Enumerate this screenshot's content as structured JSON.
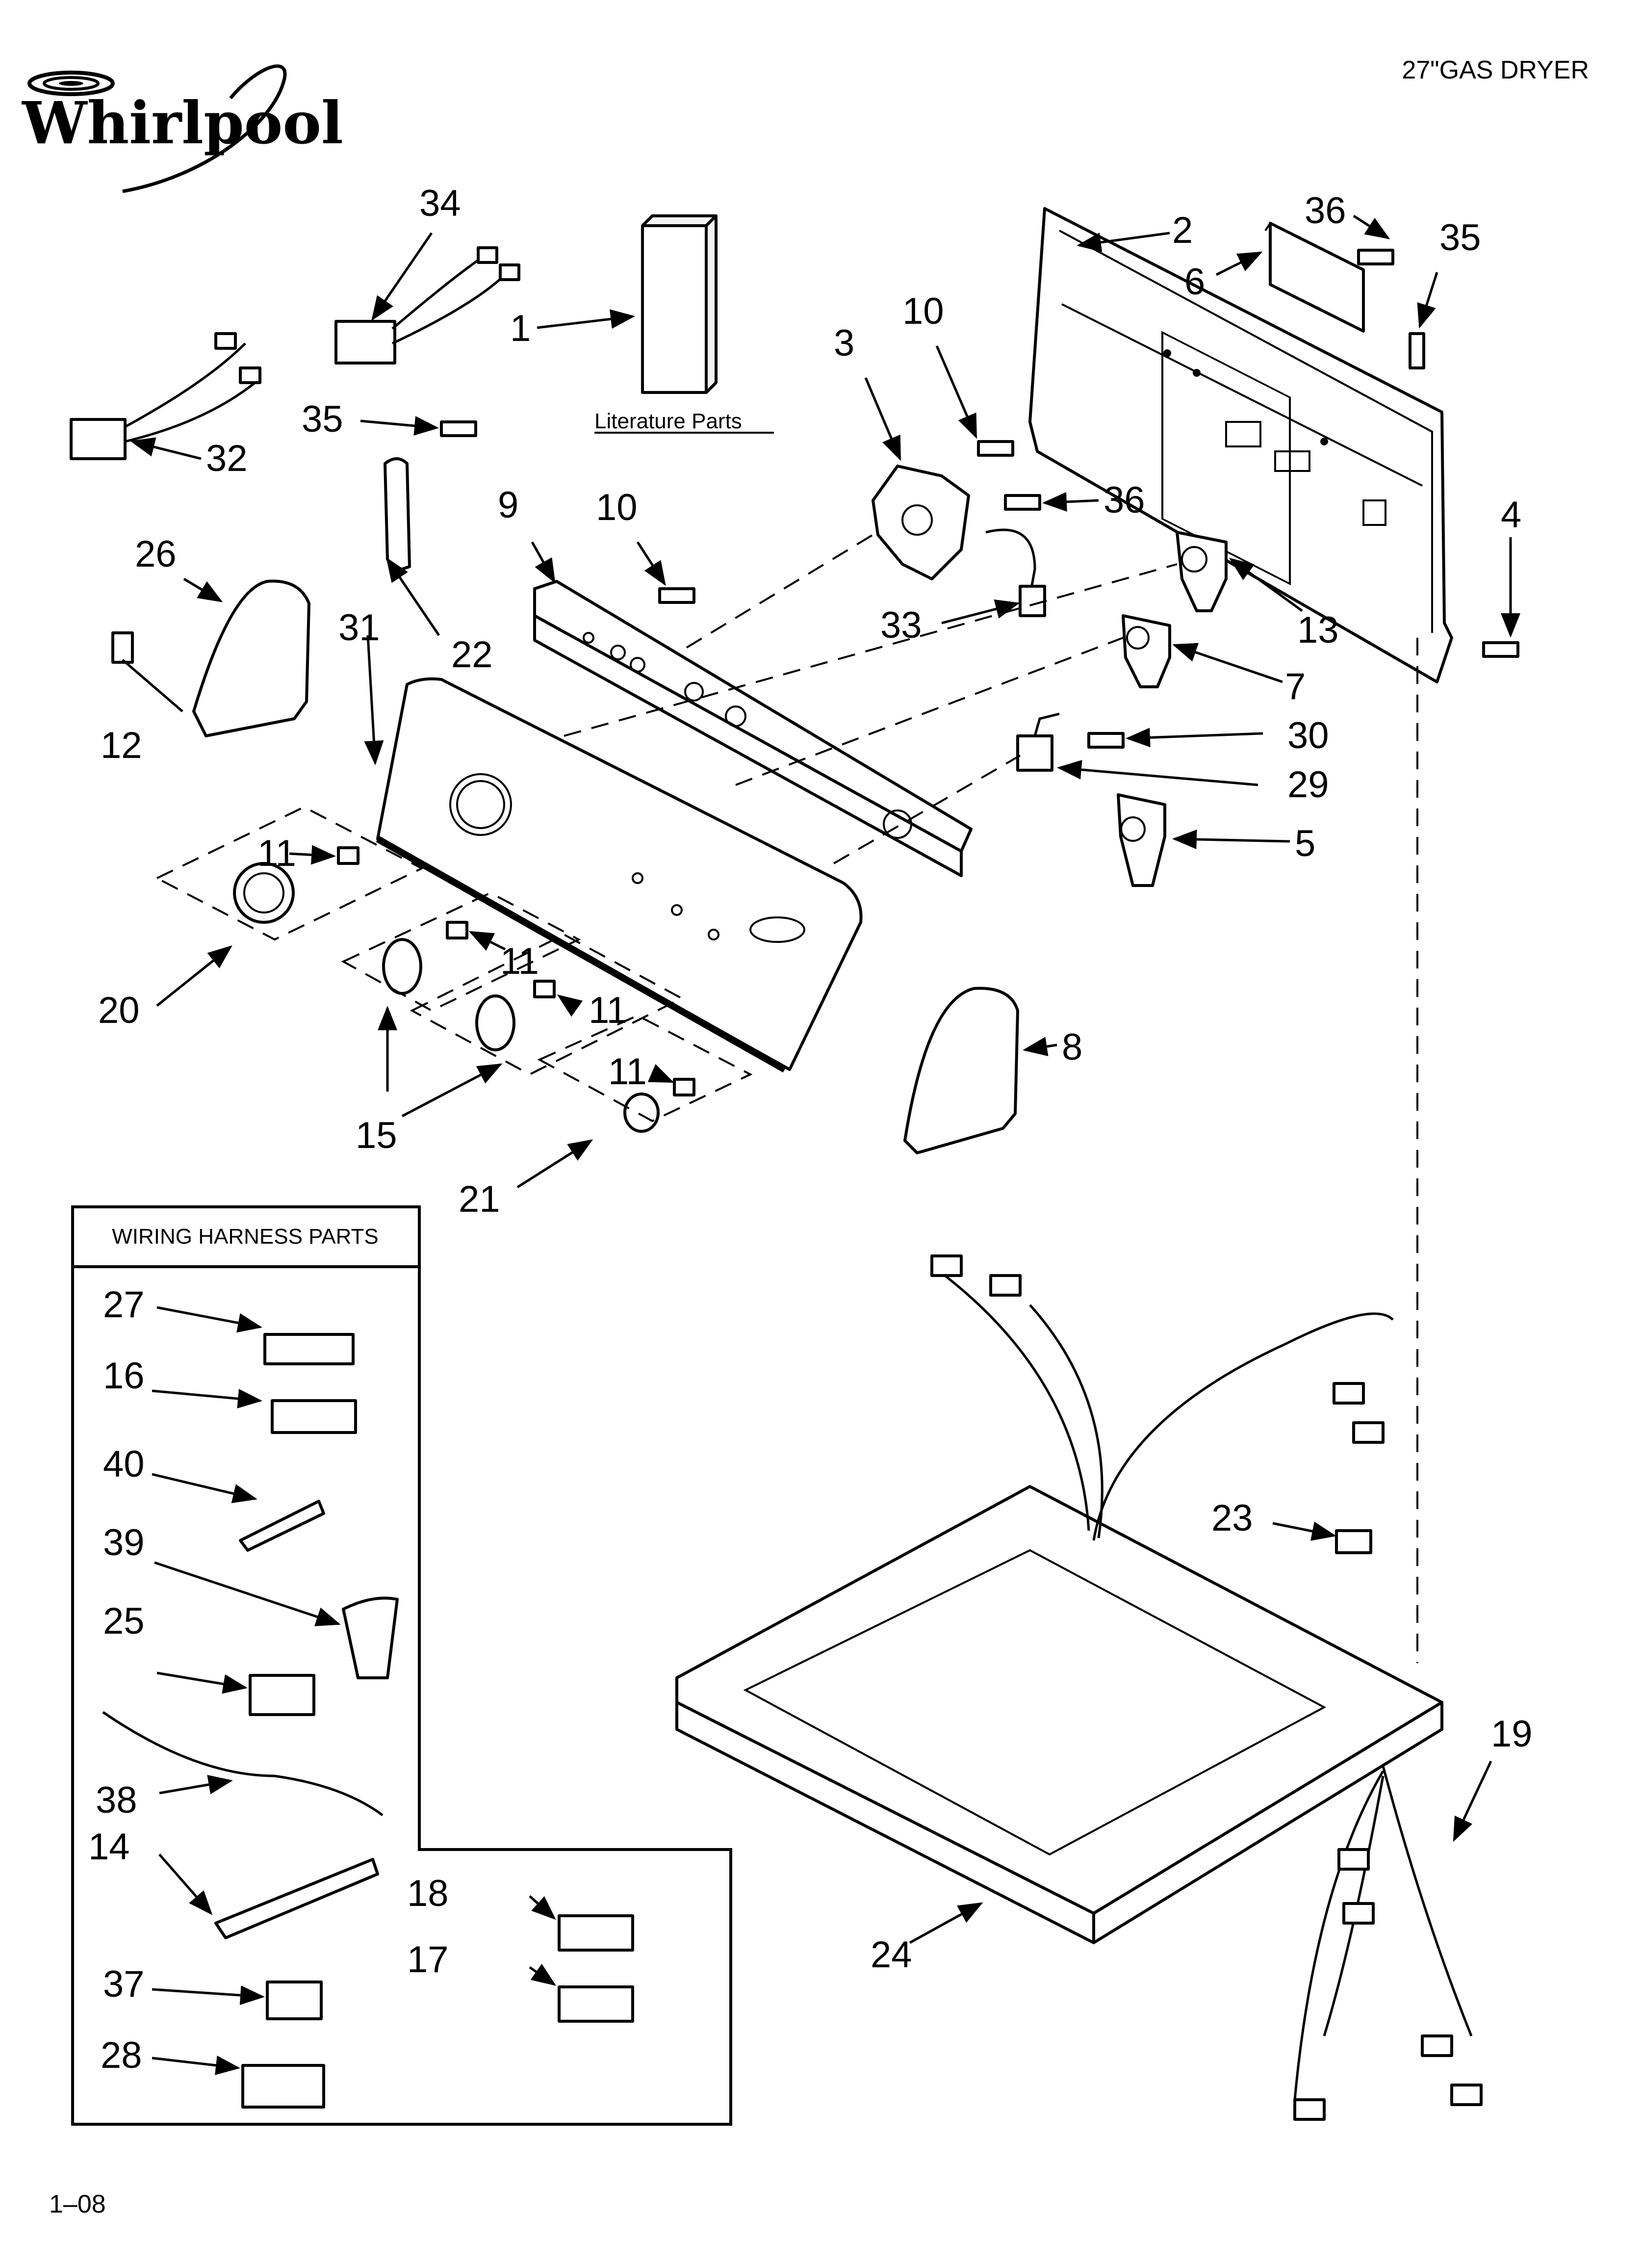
{
  "brand": {
    "logo_text": "Whirlpool"
  },
  "header": {
    "title": "27\"GAS DRYER"
  },
  "footer": {
    "page_number": "1–08"
  },
  "literature": {
    "label": "Literature Parts"
  },
  "wiring_box": {
    "title": "WIRING HARNESS PARTS"
  },
  "callouts": {
    "c1": "1",
    "c2": "2",
    "c3": "3",
    "c4": "4",
    "c5": "5",
    "c6": "6",
    "c7": "7",
    "c8": "8",
    "c9": "9",
    "c10a": "10",
    "c10b": "10",
    "c11a": "11",
    "c11b": "11",
    "c11c": "11",
    "c11d": "11",
    "c12": "12",
    "c13": "13",
    "c14": "14",
    "c15": "15",
    "c16": "16",
    "c17": "17",
    "c18": "18",
    "c19": "19",
    "c20": "20",
    "c21": "21",
    "c22": "22",
    "c23": "23",
    "c24": "24",
    "c25": "25",
    "c26": "26",
    "c27": "27",
    "c28": "28",
    "c29": "29",
    "c30": "30",
    "c31": "31",
    "c32": "32",
    "c33": "33",
    "c34": "34",
    "c35a": "35",
    "c35b": "35",
    "c36a": "36",
    "c36b": "36",
    "c37": "37",
    "c38": "38",
    "c39": "39",
    "c40": "40"
  }
}
